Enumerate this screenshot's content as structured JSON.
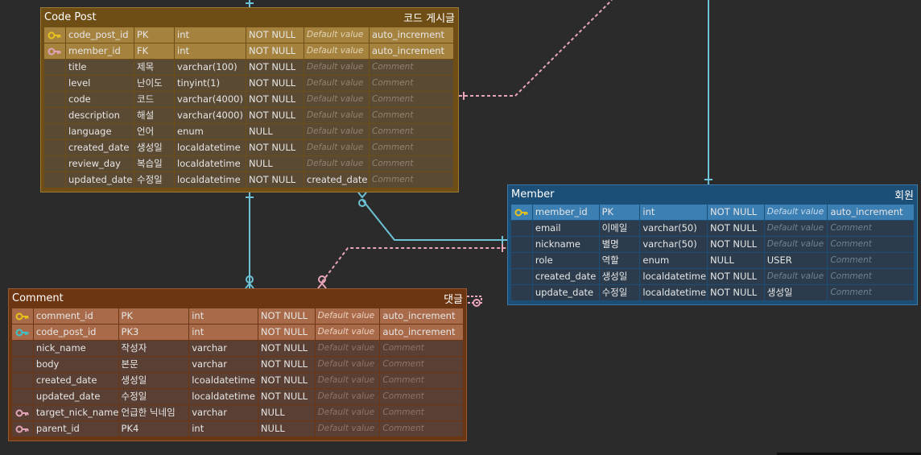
{
  "tables": {
    "code_post": {
      "name": "Code Post",
      "alias": "코드 게시글",
      "rows": [
        {
          "key": "pk",
          "cols": [
            "code_post_id",
            "PK",
            "int",
            "NOT NULL",
            "Default value",
            "auto_increment"
          ]
        },
        {
          "key": "fk",
          "cols": [
            "member_id",
            "FK",
            "int",
            "NOT NULL",
            "Default value",
            "auto_increment"
          ]
        },
        {
          "key": "",
          "cols": [
            "title",
            "제목",
            "varchar(100)",
            "NOT NULL",
            "Default value",
            "Comment"
          ]
        },
        {
          "key": "",
          "cols": [
            "level",
            "난이도",
            "tinyint(1)",
            "NOT NULL",
            "Default value",
            "Comment"
          ]
        },
        {
          "key": "",
          "cols": [
            "code",
            "코드",
            "varchar(4000)",
            "NOT NULL",
            "Default value",
            "Comment"
          ]
        },
        {
          "key": "",
          "cols": [
            "description",
            "해설",
            "varchar(4000)",
            "NOT NULL",
            "Default value",
            "Comment"
          ]
        },
        {
          "key": "",
          "cols": [
            "language",
            "언어",
            "enum",
            "NULL",
            "Default value",
            "Comment"
          ]
        },
        {
          "key": "",
          "cols": [
            "created_date",
            "생성일",
            "localdatetime",
            "NOT NULL",
            "Default value",
            "Comment"
          ]
        },
        {
          "key": "",
          "cols": [
            "review_day",
            "복습일",
            "localdatetime",
            "NULL",
            "Default value",
            "Comment"
          ]
        },
        {
          "key": "",
          "cols": [
            "updated_date",
            "수정일",
            "localdatetime",
            "NOT NULL",
            "created_date",
            "Comment"
          ]
        }
      ]
    },
    "member": {
      "name": "Member",
      "alias": "회원",
      "rows": [
        {
          "key": "pk",
          "cols": [
            "member_id",
            "PK",
            "int",
            "NOT NULL",
            "Default value",
            "auto_increment"
          ]
        },
        {
          "key": "",
          "cols": [
            "email",
            "이메일",
            "varchar(50)",
            "NOT NULL",
            "Default value",
            "Comment"
          ]
        },
        {
          "key": "",
          "cols": [
            "nickname",
            "별명",
            "varchar(50)",
            "NOT NULL",
            "Default value",
            "Comment"
          ]
        },
        {
          "key": "",
          "cols": [
            "role",
            "역할",
            "enum",
            "NULL",
            "USER",
            "Comment"
          ]
        },
        {
          "key": "",
          "cols": [
            "created_date",
            "생성일",
            "localdatetime",
            "NOT NULL",
            "Default value",
            "Comment"
          ]
        },
        {
          "key": "",
          "cols": [
            "update_date",
            "수정일",
            "localdatetime",
            "NOT NULL",
            "생성일",
            "Comment"
          ]
        }
      ]
    },
    "comment": {
      "name": "Comment",
      "alias": "댓글",
      "rows": [
        {
          "key": "pk",
          "cols": [
            "comment_id",
            "PK",
            "int",
            "NOT NULL",
            "Default value",
            "auto_increment"
          ]
        },
        {
          "key": "pfk",
          "cols": [
            "code_post_id",
            "PK3",
            "int",
            "NOT NULL",
            "Default value",
            "auto_increment"
          ]
        },
        {
          "key": "",
          "cols": [
            "nick_name",
            "작성자",
            "varchar",
            "NOT NULL",
            "Default value",
            "Comment"
          ]
        },
        {
          "key": "",
          "cols": [
            "body",
            "본문",
            "varchar",
            "NOT NULL",
            "Default value",
            "Comment"
          ]
        },
        {
          "key": "",
          "cols": [
            "created_date",
            "생성일",
            "lcoaldatetime",
            "NOT NULL",
            "Default value",
            "Comment"
          ]
        },
        {
          "key": "",
          "cols": [
            "updated_date",
            "수정일",
            "localdatetime",
            "NOT NULL",
            "Default value",
            "Comment"
          ]
        },
        {
          "key": "fk",
          "cols": [
            "target_nick_name",
            "언급한 닉네임",
            "varchar",
            "NULL",
            "Default value",
            "Comment"
          ]
        },
        {
          "key": "fk",
          "cols": [
            "parent_id",
            "PK4",
            "int",
            "NULL",
            "Default value",
            "Comment"
          ]
        }
      ]
    }
  },
  "colors": {
    "pk_key": "#e8c21c",
    "pfk_key": "#3ec2c9",
    "fk_key": "#e0a3b8",
    "identifying_link": "#6cc3d5",
    "non_identifying_link": "#e8a6b8"
  },
  "icons": {
    "key": "key-icon"
  }
}
